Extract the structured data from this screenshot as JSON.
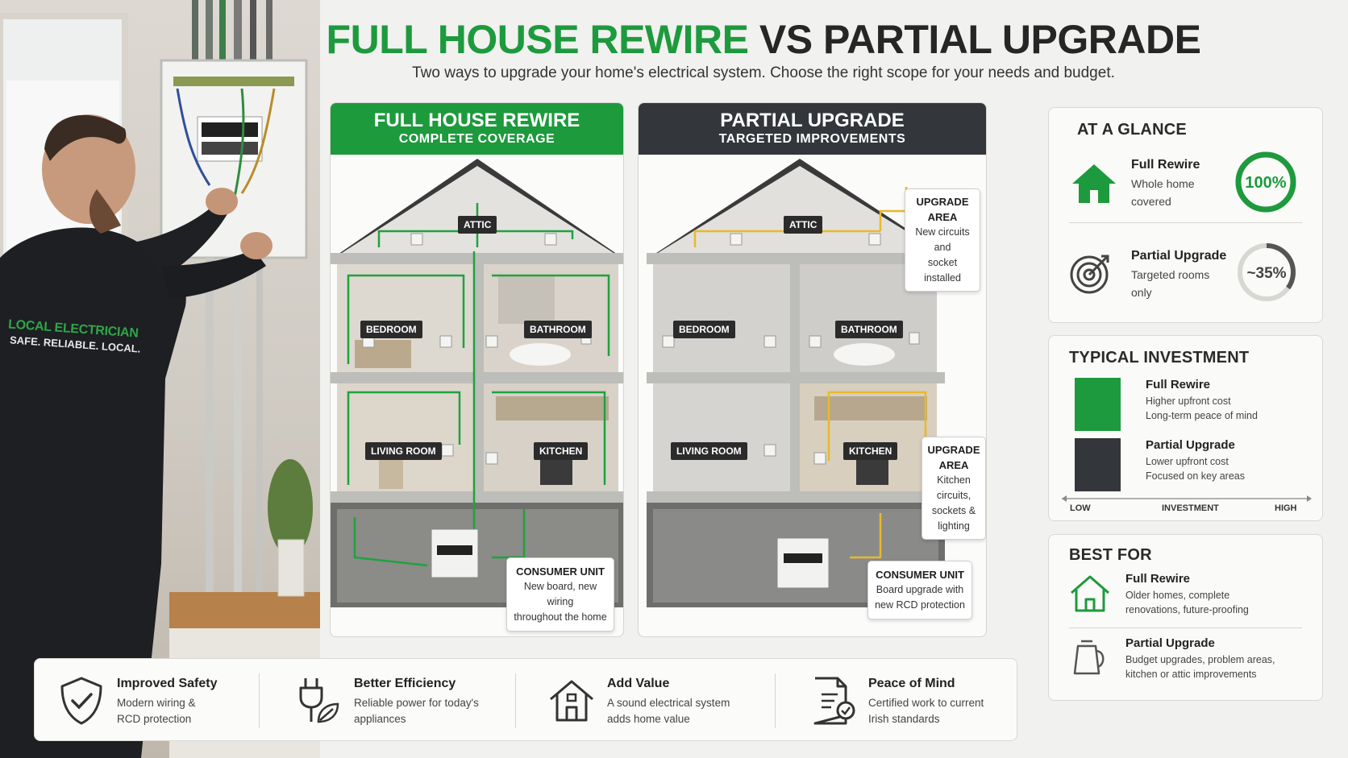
{
  "header": {
    "title_a": "FULL HOUSE REWIRE",
    "title_vs": "VS",
    "title_b": "PARTIAL UPGRADE",
    "subtitle": "Two ways to upgrade your home's electrical system. Choose the right scope for your needs and budget."
  },
  "photo": {
    "brand": "LOCAL ELECTRICIAN",
    "brand_sub": "SAFE. RELIABLE. LOCAL."
  },
  "full": {
    "title": "FULL HOUSE REWIRE",
    "subtitle": "COMPLETE COVERAGE",
    "rooms": {
      "attic": "ATTIC",
      "bedroom": "BEDROOM",
      "bathroom": "BATHROOM",
      "living": "LIVING ROOM",
      "kitchen": "KITCHEN"
    },
    "callout_title": "CONSUMER UNIT",
    "callout_l1": "New board, new wiring",
    "callout_l2": "throughout the home"
  },
  "partial": {
    "title": "PARTIAL UPGRADE",
    "subtitle": "TARGETED IMPROVEMENTS",
    "rooms": {
      "attic": "ATTIC",
      "bedroom": "BEDROOM",
      "bathroom": "BATHROOM",
      "living": "LIVING ROOM",
      "kitchen": "KITCHEN"
    },
    "upgrade1_title": "UPGRADE AREA",
    "upgrade1_l1": "New circuits and",
    "upgrade1_l2": "socket installed",
    "upgrade2_title": "UPGRADE AREA",
    "upgrade2_l1": "Kitchen circuits,",
    "upgrade2_l2": "sockets & lighting",
    "cu_title": "CONSUMER UNIT",
    "cu_l1": "Board upgrade with",
    "cu_l2": "new RCD protection"
  },
  "glance": {
    "title": "AT A GLANCE",
    "full_title": "Full Rewire",
    "full_l1": "Whole home",
    "full_l2": "covered",
    "full_pct_label": "100%",
    "full_pct": 1.0,
    "part_title": "Partial Upgrade",
    "part_l1": "Targeted rooms",
    "part_l2": "only",
    "part_pct_label": "~35%",
    "part_pct": 0.35
  },
  "invest": {
    "title": "TYPICAL INVESTMENT",
    "full_title": "Full Rewire",
    "full_l1": "Higher upfront cost",
    "full_l2": "Long-term peace of mind",
    "part_title": "Partial Upgrade",
    "part_l1": "Lower upfront cost",
    "part_l2": "Focused on key areas",
    "axis_low": "LOW",
    "axis_mid": "INVESTMENT",
    "axis_high": "HIGH"
  },
  "best": {
    "title": "BEST FOR",
    "full_title": "Full Rewire",
    "full_l1": "Older homes, complete",
    "full_l2": "renovations, future-proofing",
    "part_title": "Partial Upgrade",
    "part_l1": "Budget upgrades, problem areas,",
    "part_l2": "kitchen or attic improvements"
  },
  "features": [
    {
      "title": "Improved Safety",
      "l1": "Modern wiring &",
      "l2": "RCD protection"
    },
    {
      "title": "Better Efficiency",
      "l1": "Reliable power for today's",
      "l2": "appliances"
    },
    {
      "title": "Add Value",
      "l1": "A sound electrical system",
      "l2": "adds home value"
    },
    {
      "title": "Peace of Mind",
      "l1": "Certified work to current",
      "l2": "Irish standards"
    }
  ],
  "colors": {
    "green": "#1d9a3d",
    "dark": "#33363a",
    "yellow": "#e8b92a"
  }
}
